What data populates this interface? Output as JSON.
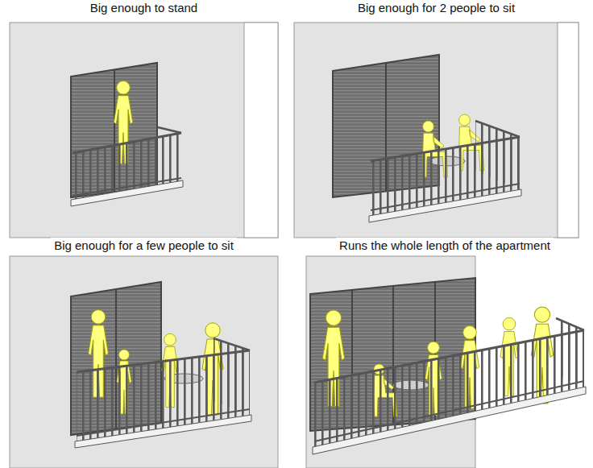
{
  "diagram": {
    "nodes": [
      {
        "text": [
          "Big enough to stand"
        ]
      },
      {
        "text": [
          "Big enough for 2 people to sit"
        ]
      },
      {
        "text": [
          "Big enough for a few people to sit"
        ]
      },
      {
        "text": [
          "Runs the whole length of the apartment"
        ]
      }
    ]
  }
}
